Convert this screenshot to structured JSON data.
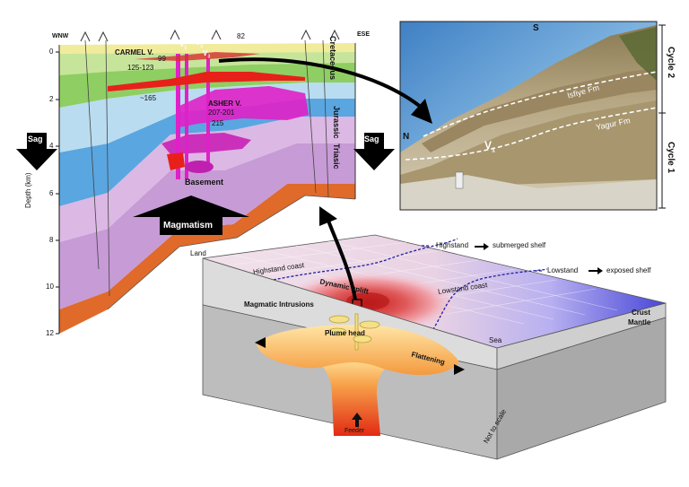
{
  "section": {
    "left_end": "WNW",
    "right_end": "ESE",
    "depth_axis_label": "Depth (km)",
    "depth_ticks": [
      "0",
      "2",
      "4",
      "6",
      "8",
      "10",
      "12"
    ],
    "periods": [
      "Cretaceous",
      "Jurassic",
      "Triasic"
    ],
    "volcanics": {
      "carmel": "CARMEL V.",
      "asher": "ASHER V.",
      "v1": "V",
      "v2": "V",
      "v3": "V",
      "v4": "V"
    },
    "ages": [
      "82",
      "99",
      "125-123",
      "~165",
      "207-201",
      "215"
    ],
    "basement": "Basement",
    "sag_left": "Sag",
    "sag_right": "Sag",
    "magmatism": "Magmatism"
  },
  "photo": {
    "compass_s": "S",
    "compass_n": "N",
    "formation_upper": "Isfiye Fm",
    "formation_lower": "Yagur Fm",
    "volcanic_label": "V",
    "volcanic_sub": "1",
    "cycle_upper": "Cycle 2",
    "cycle_lower": "Cycle 1"
  },
  "block": {
    "land": "Land",
    "highstand_coast": "Highstand coast",
    "lowstand_coast": "Lowstand coast",
    "highstand_note": "Highstand",
    "highstand_result": "submerged shelf",
    "lowstand_note": "Lowstand",
    "lowstand_result": "exposed shelf",
    "dynamic_uplift": "Dynamic uplift",
    "magmatic_intrusions": "Magmatic Intrusions",
    "plume_head": "Plume head",
    "flattening": "Flattening",
    "feeder": "Feeder",
    "crust": "Crust",
    "mantle": "Mantle",
    "sea": "Sea",
    "not_to_scale": "Not to scale"
  },
  "colors": {
    "orange_layer": "#e06a2a",
    "violet_layer": "#c79bd6",
    "blue_layer": "#8fbfe8",
    "cyan_layer": "#b9dcf0",
    "green_layer": "#8fce62",
    "magenta_intrusion": "#e020c8",
    "red_marker": "#e8201a",
    "plume_core": "#e83a18",
    "plume_edge": "#ffd27a",
    "sea_blue": "#5a5ae0",
    "arrow": "#000000"
  }
}
